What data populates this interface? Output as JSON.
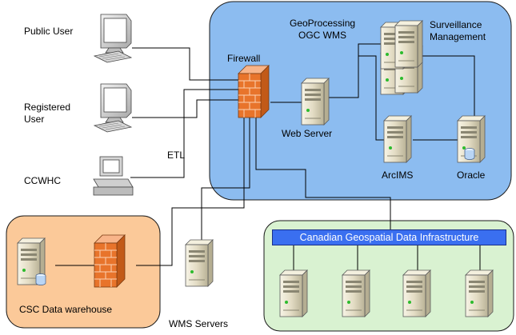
{
  "labels": {
    "public_user": "Public User",
    "registered_user": "Registered\nUser",
    "ccwhc": "CCWHC",
    "etl": "ETL",
    "firewall": "Firewall",
    "geoprocessing": "GeoProcessing\nOGC WMS",
    "surveillance": "Surveillance\nManagement",
    "web_server": "Web Server",
    "arcims": "ArcIMS",
    "oracle": "Oracle",
    "csc": "CSC Data warehouse",
    "wms_servers": "WMS Servers",
    "cgdi": "Canadian Geospatial Data Infrastructure"
  },
  "colors": {
    "blue_zone": "#8cbcf0",
    "orange_zone": "#fbc999",
    "green_zone": "#d9f2d1",
    "firewall": "#e8742b",
    "cgdi_bar": "#3a6ff0"
  }
}
